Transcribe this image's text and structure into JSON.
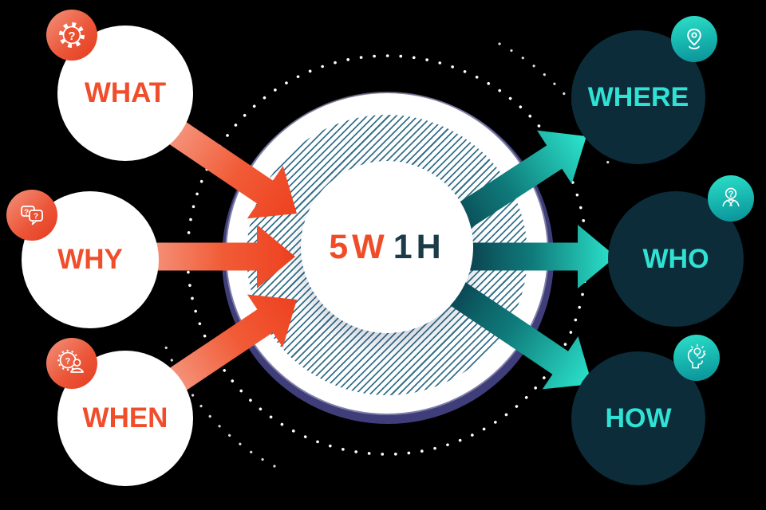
{
  "diagram": {
    "type": "5W1H method diagram",
    "center": {
      "orange_part": "5W",
      "dark_part": "1H"
    },
    "left_items": [
      {
        "label": "WHAT",
        "icon": "gear-question-icon"
      },
      {
        "label": "WHY",
        "icon": "speech-bubbles-question-icon"
      },
      {
        "label": "WHEN",
        "icon": "clock-person-icon"
      }
    ],
    "right_items": [
      {
        "label": "WHERE",
        "icon": "location-pin-icon"
      },
      {
        "label": "WHO",
        "icon": "person-question-icon"
      },
      {
        "label": "HOW",
        "icon": "head-lightbulb-icon"
      }
    ],
    "colors": {
      "background": "#000000",
      "orange_text": "#f04e2b",
      "orange_arrow_tail": "#f59e88",
      "orange_arrow_head": "#ee4120",
      "teal_text": "#2fe2d3",
      "teal_arrow_dark": "#0b424e",
      "teal_arrow_bright": "#2ce6cd",
      "dark_circle_fill": "#0c2c39",
      "hub_rim_indigo": "#403e7a",
      "hatch_line": "#35718a",
      "light_circle_fill": "#ffffff"
    }
  }
}
